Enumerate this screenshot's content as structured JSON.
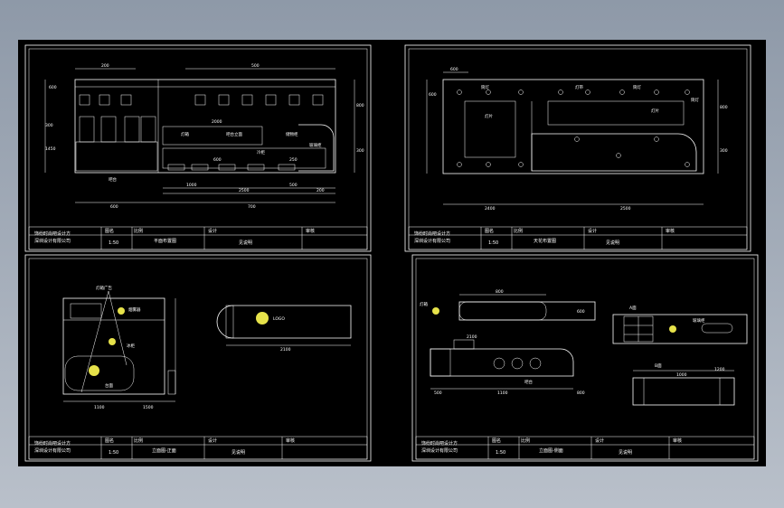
{
  "colors": {
    "background_top": "#8e99a8",
    "background_bottom": "#b9c0ca",
    "canvas": "#000000",
    "line": "#ffffff",
    "accent_logo": "#e6e24a"
  },
  "sheets": [
    {
      "id": "plan",
      "title_block": {
        "company_line1": "饰纷时尚吧设计方",
        "company_line2": "深圳设计有限公司",
        "label_1": "图名",
        "label_2": "比例",
        "label_3": "设计",
        "label_4": "审核",
        "scale": "1:50",
        "drawing_name": "平面布置图",
        "note": "见说明"
      },
      "dimensions": [
        "200",
        "500",
        "600",
        "300",
        "1000",
        "2500",
        "500",
        "200",
        "600",
        "700",
        "2000",
        "800",
        "300",
        "1450",
        "600",
        "250"
      ],
      "labels": [
        "灯箱",
        "吧台",
        "冷柜",
        "储物柜",
        "吧台立面",
        "玻璃柜"
      ]
    },
    {
      "id": "ceiling",
      "title_block": {
        "company_line1": "饰纷时尚吧设计方",
        "company_line2": "深圳设计有限公司",
        "label_1": "图名",
        "label_2": "比例",
        "label_3": "设计",
        "label_4": "审核",
        "scale": "1:50",
        "drawing_name": "天花布置图",
        "note": "见说明"
      },
      "dimensions": [
        "600",
        "800",
        "600",
        "300",
        "2400",
        "2500"
      ],
      "labels": [
        "筒灯",
        "灯带",
        "筒灯",
        "筒灯",
        "灯片",
        "灯片"
      ]
    },
    {
      "id": "elevation-a",
      "title_block": {
        "company_line1": "饰纷时尚吧设计方",
        "company_line2": "深圳设计有限公司",
        "label_1": "图名",
        "label_2": "比例",
        "label_3": "设计",
        "label_4": "审核",
        "scale": "1:50",
        "drawing_name": "立面图-正面",
        "note": "见说明"
      },
      "dimensions": [
        "1100",
        "1500",
        "2100"
      ],
      "labels": [
        "灯箱广告",
        "烟雾器",
        "LOGO",
        "冰柜",
        "台面"
      ]
    },
    {
      "id": "elevation-b",
      "title_block": {
        "company_line1": "饰纷时尚吧设计方",
        "company_line2": "深圳设计有限公司",
        "label_1": "图名",
        "label_2": "比例",
        "label_3": "设计",
        "label_4": "审核",
        "scale": "1:50",
        "drawing_name": "立面图-侧面",
        "note": "见说明"
      },
      "dimensions": [
        "800",
        "600",
        "500",
        "1100",
        "800",
        "2100",
        "1000",
        "1200"
      ],
      "labels": [
        "灯箱",
        "吧台",
        "A面",
        "B面",
        "玻璃柜"
      ]
    }
  ]
}
